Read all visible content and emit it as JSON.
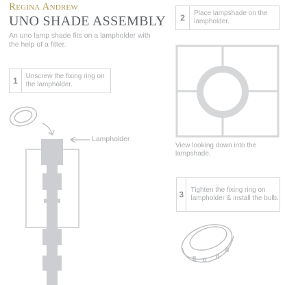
{
  "header": {
    "brand": "Regina Andrew",
    "title": "UNO SHADE ASSEMBLY",
    "intro": "An uno lamp shade fits on a lampholder with the help of a fitter."
  },
  "steps": [
    {
      "number": "1",
      "text": "Unscrew the fixing ring on the lampholder."
    },
    {
      "number": "2",
      "text": "Place lampshade on the lampholder."
    },
    {
      "number": "3",
      "text": "Tighten the fixing ring on lampholder & install the bulb."
    }
  ],
  "labels": {
    "lampholder": "Lampholder",
    "view_caption": "View looking down into the lampshade."
  },
  "colors": {
    "brand": "#b29a55",
    "title": "#5b5f63",
    "text": "#a8abae",
    "diagram_fill": "#ccced1",
    "diagram_line": "#d6d7d9"
  }
}
